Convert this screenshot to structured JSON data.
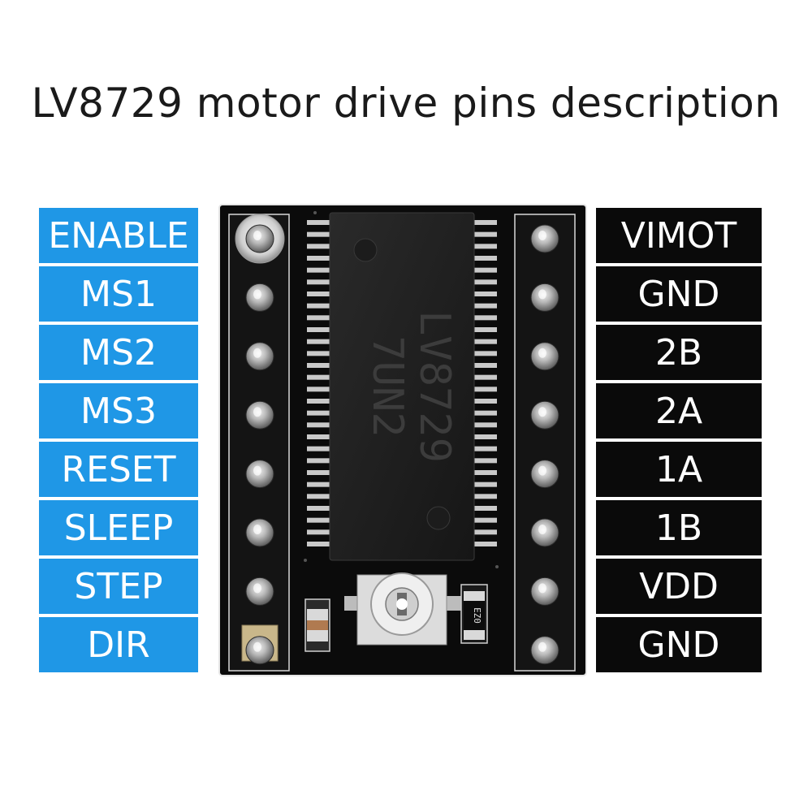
{
  "title": "LV8729 motor drive pins description",
  "chip": {
    "line1": "LV8729",
    "line2": "7UN2"
  },
  "resistor_marking": "EZ0",
  "left_pins": [
    "ENABLE",
    "MS1",
    "MS2",
    "MS3",
    "RESET",
    "SLEEP",
    "STEP",
    "DIR"
  ],
  "right_pins": [
    "VIMOT",
    "GND",
    "2B",
    "2A",
    "1A",
    "1B",
    "VDD",
    "GND"
  ],
  "colors": {
    "left_label_bg": "#1f97e6",
    "right_label_bg": "#0a0a0a",
    "label_text": "#ffffff",
    "board": "#0b0b0b",
    "pin_header": "#141414",
    "header_outline": "#d8d8d8"
  }
}
